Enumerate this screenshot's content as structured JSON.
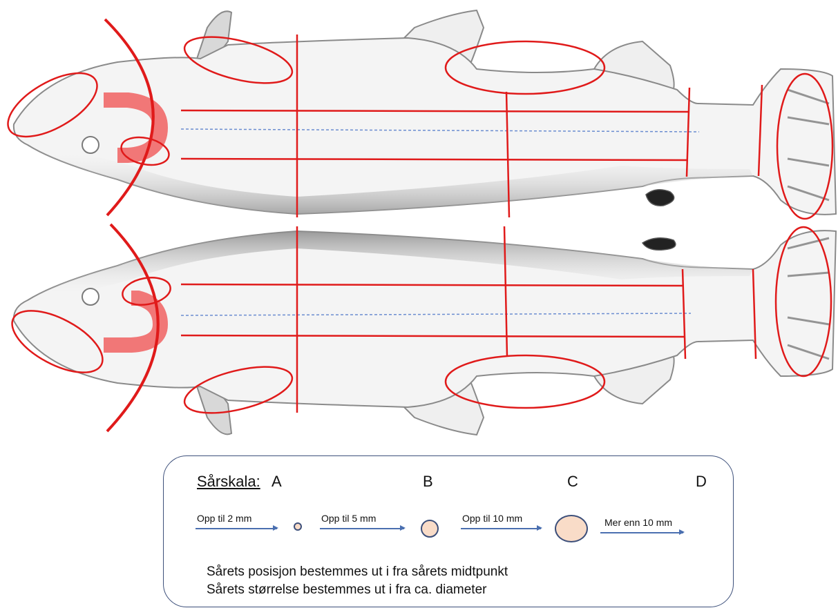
{
  "legend": {
    "title": "Sårskala:",
    "categories": [
      {
        "letter": "A",
        "range": "Opp til 2 mm"
      },
      {
        "letter": "B",
        "range": "Opp til 5 mm"
      },
      {
        "letter": "C",
        "range": "Opp til 10 mm"
      },
      {
        "letter": "D",
        "range": "Mer enn 10 mm"
      }
    ],
    "notes": [
      "Sårets posisjon bestemmes ut i fra sårets midtpunkt",
      "Sårets størrelse bestemmes ut i fra ca. diameter"
    ]
  },
  "colors": {
    "zone_lines": "#e01a1a",
    "gill_mark": "#f06060",
    "fish_outline": "#8a8a8a",
    "midline": "#6a8cd0",
    "legend_border": "#3c4f7a",
    "circle_fill": "#f9dcc8"
  }
}
